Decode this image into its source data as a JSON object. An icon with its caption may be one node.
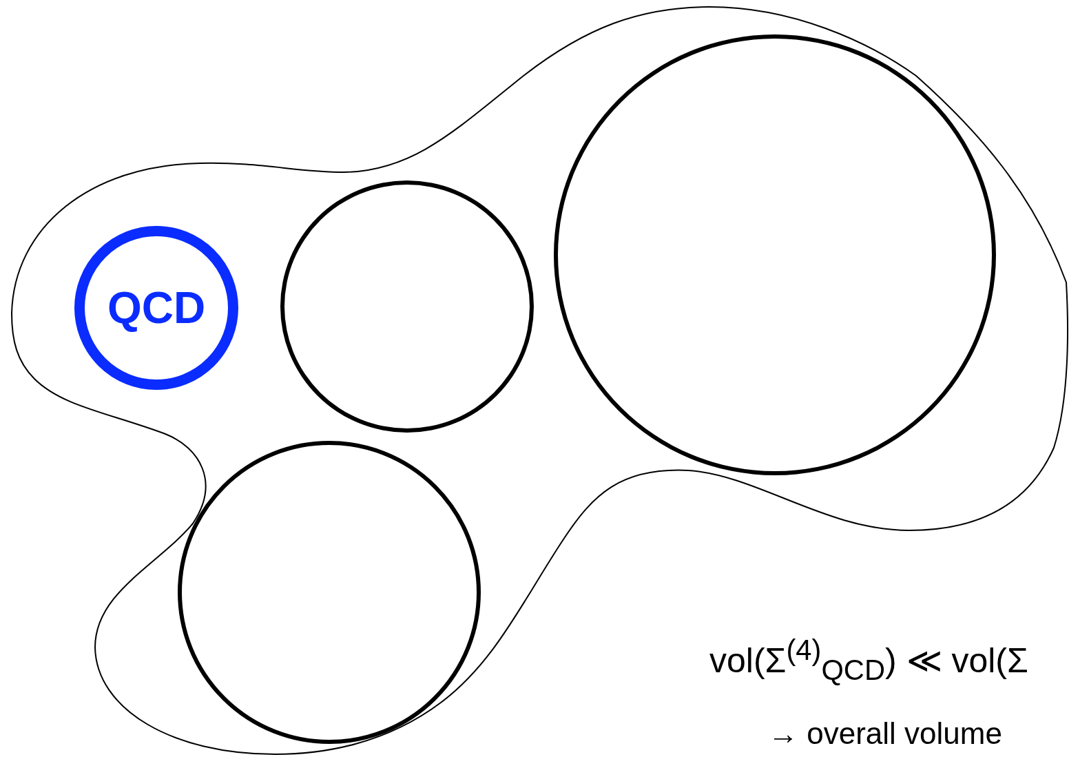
{
  "diagram": {
    "nodes": [
      {
        "text": [],
        "shape": "cloud"
      },
      {
        "text": [
          "QCD"
        ],
        "in": 0
      },
      {
        "text": [],
        "shape": "circle",
        "in": 0
      },
      {
        "text": [],
        "shape": "circle",
        "in": 0
      },
      {
        "text": [],
        "shape": "circle",
        "in": 0
      }
    ],
    "edges": [],
    "labels": [
      "vol(Σ$^{(4)}$$_{QCD}$) ≪ vol(Σ",
      "→ overall volume"
    ]
  }
}
